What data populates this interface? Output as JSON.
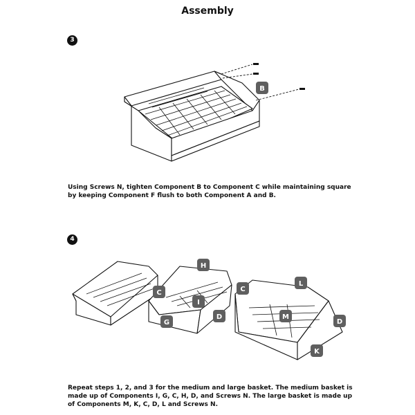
{
  "page": {
    "title": "Assembly"
  },
  "steps": [
    {
      "number": "3",
      "text": "Using Screws N, tighten Component B to Component C while maintaining square by keeping Component F flush to both Component A and B.",
      "callouts": [
        "B"
      ]
    },
    {
      "number": "4",
      "text": "Repeat steps 1, 2, and 3 for the medium and large basket. The medium basket is made up of Components I, G, C, H, D, and Screws N. The large basket is made up of Components M, K, C, D, L and Screws N.",
      "callouts": [
        "H",
        "C",
        "I",
        "G",
        "D",
        "C",
        "L",
        "M",
        "D",
        "K"
      ]
    }
  ],
  "colors": {
    "badge": "#111111",
    "callout": "#5f5f5f"
  }
}
